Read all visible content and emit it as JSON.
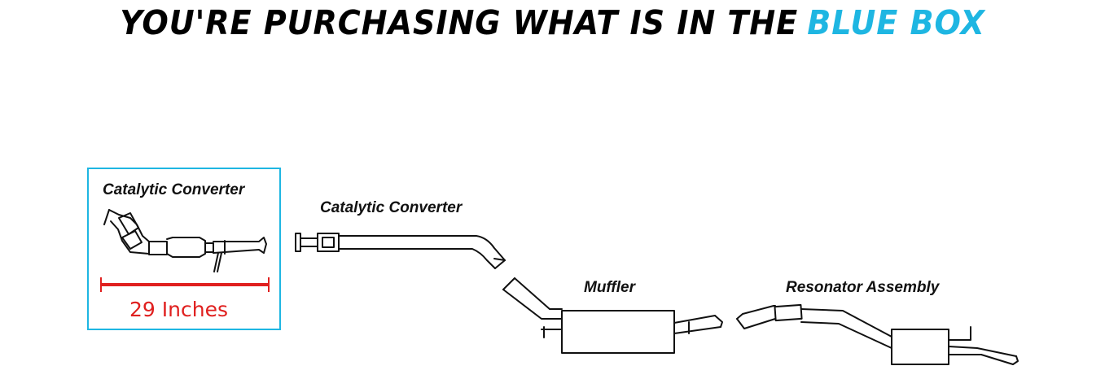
{
  "headline": {
    "part1": "YOU'RE PURCHASING WHAT IS IN THE",
    "part2": "BLUE BOX",
    "highlight_color": "#1eb6e2"
  },
  "selected_part": {
    "label": "Catalytic Converter",
    "measurement": "29 Inches",
    "measurement_color": "#e0201f"
  },
  "system_labels": {
    "catalytic_converter": "Catalytic Converter",
    "muffler": "Muffler",
    "resonator": "Resonator Assembly"
  }
}
